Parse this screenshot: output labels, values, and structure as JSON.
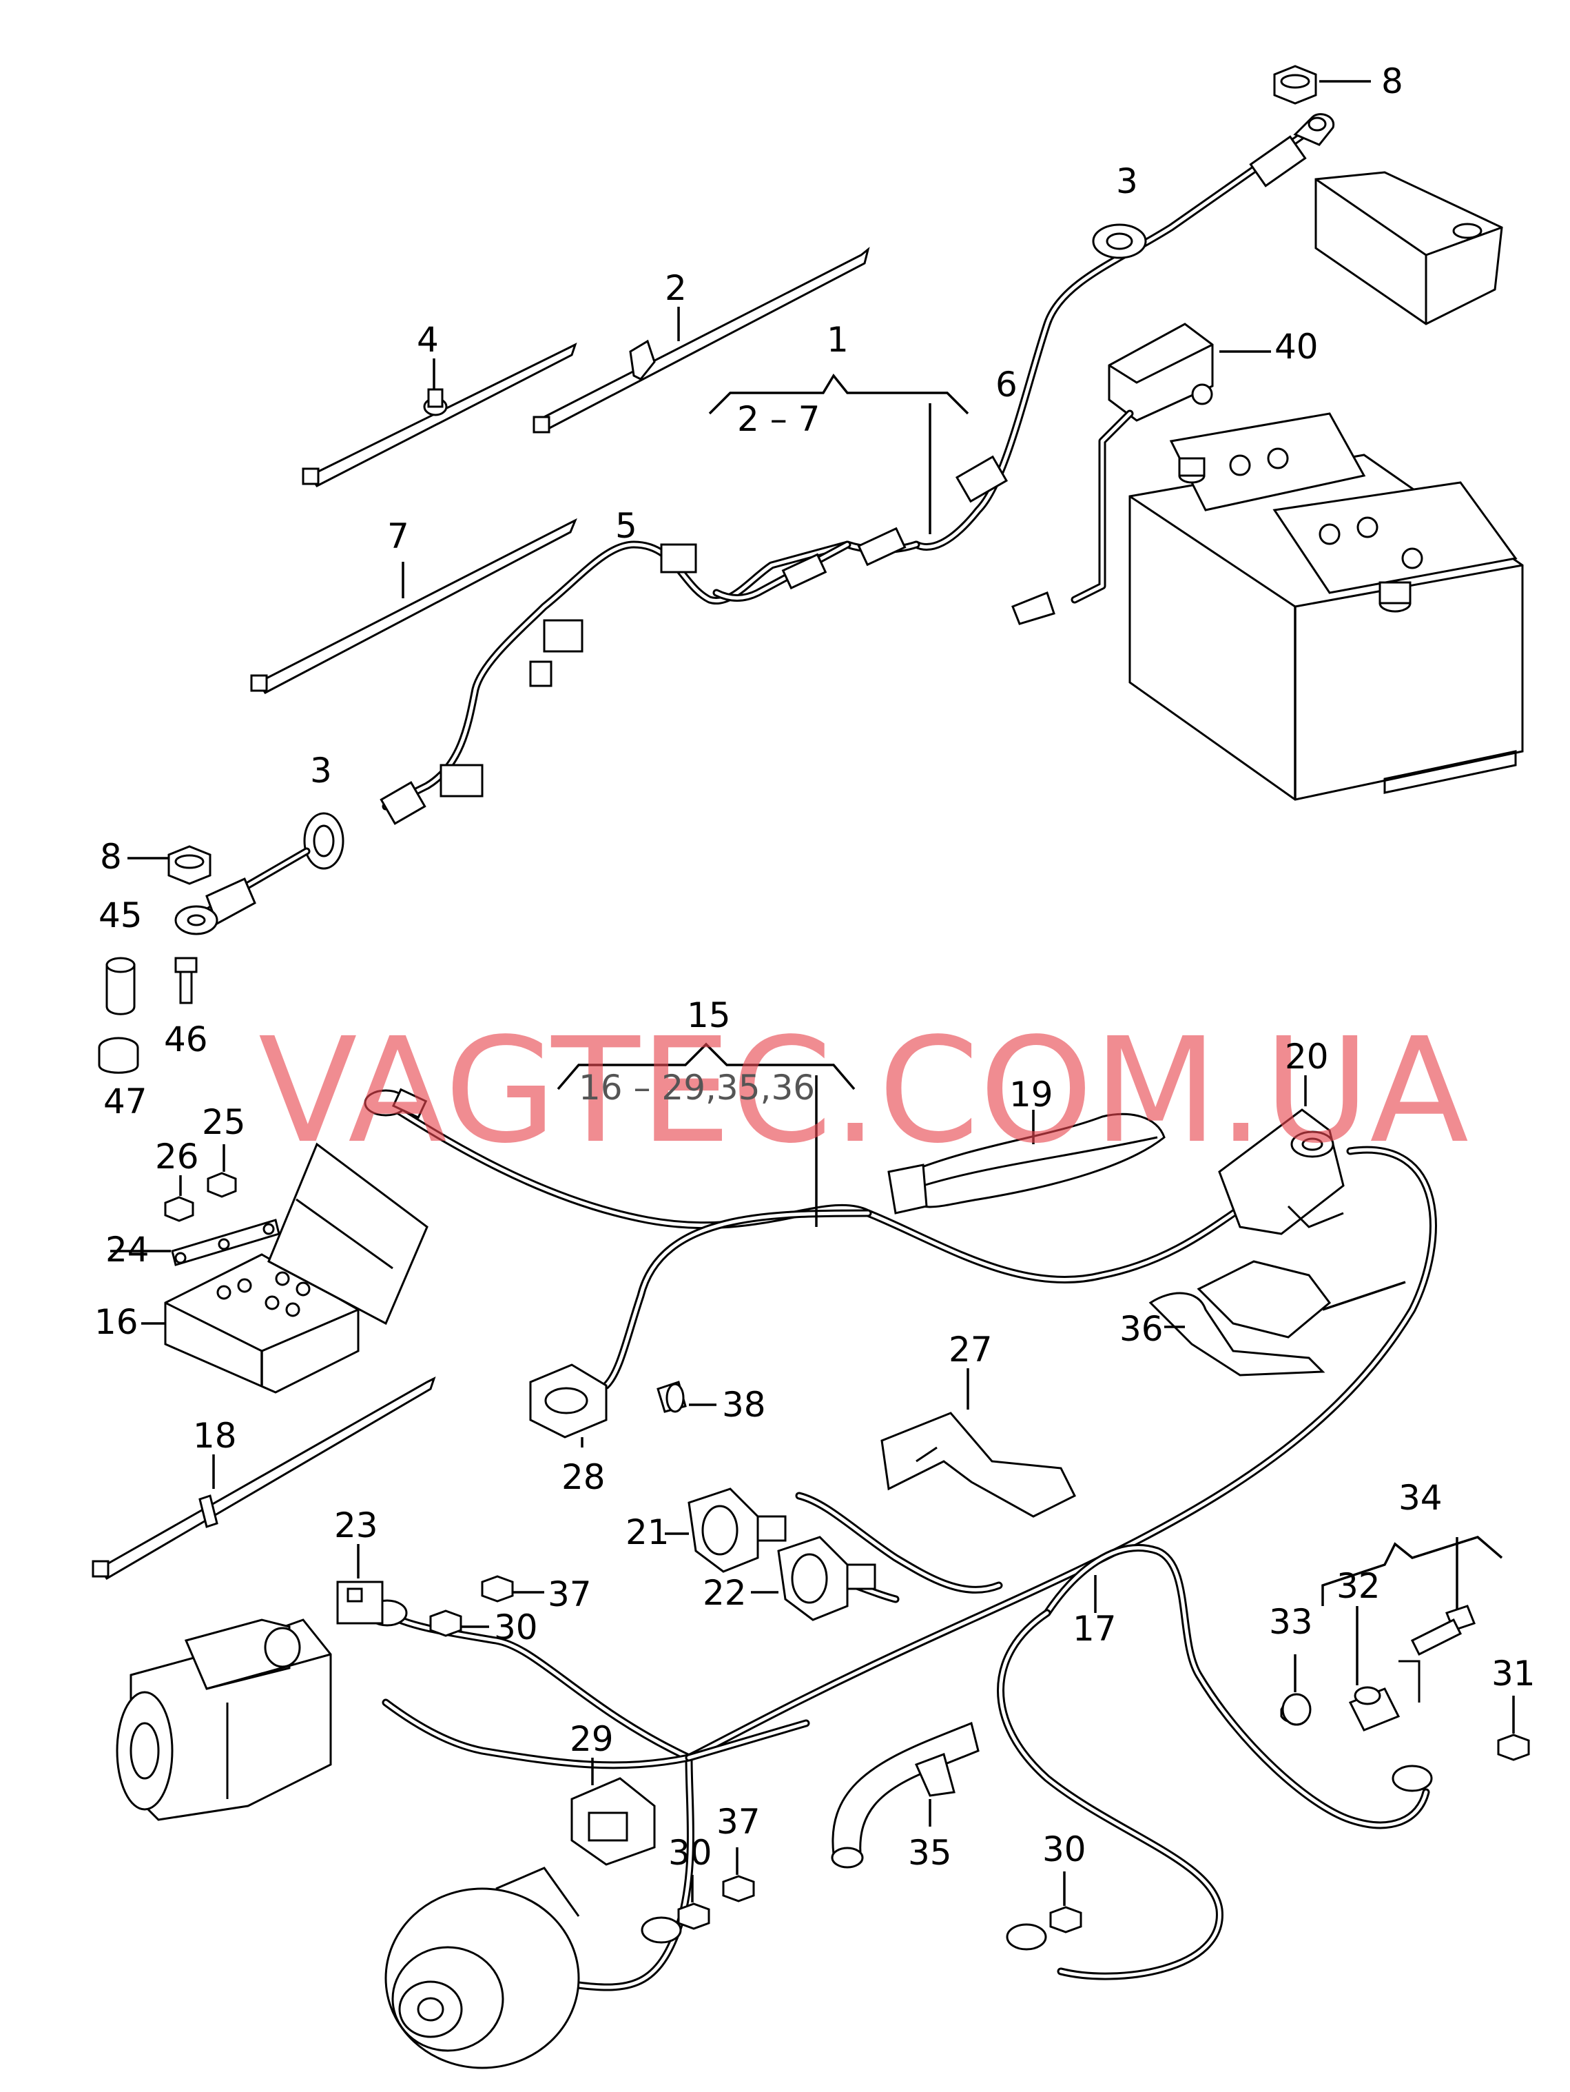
{
  "watermark": "VAGTEC.COM.UA",
  "groups": {
    "g1": {
      "number": "1",
      "range": "2 – 7"
    },
    "g15": {
      "number": "15",
      "range": "16 – 29,35,36"
    },
    "g34": {
      "number": "34"
    }
  },
  "callouts": {
    "c8a": "8",
    "c3a": "3",
    "c2": "2",
    "c4": "4",
    "c40": "40",
    "c6": "6",
    "c7": "7",
    "c5": "5",
    "c3b": "3",
    "c8b": "8",
    "c45": "45",
    "c46": "46",
    "c47": "47",
    "c20": "20",
    "c19": "19",
    "c25": "25",
    "c26": "26",
    "c24": "24",
    "c16": "16",
    "c36": "36",
    "c27": "27",
    "c38": "38",
    "c28": "28",
    "c18": "18",
    "c23": "23",
    "c21": "21",
    "c22": "22",
    "c37a": "37",
    "c30a": "30",
    "c17": "17",
    "c33": "33",
    "c32": "32",
    "c31": "31",
    "c29": "29",
    "c30b": "30",
    "c37b": "37",
    "c35": "35",
    "c30c": "30"
  }
}
